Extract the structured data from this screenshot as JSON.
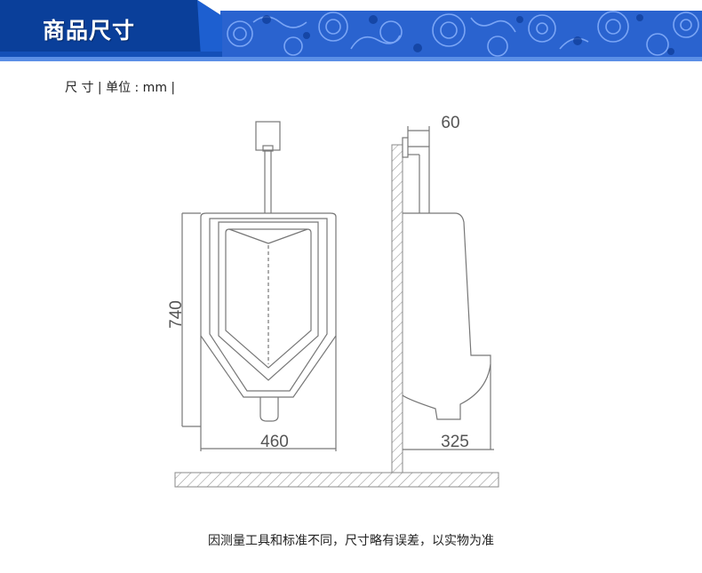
{
  "header": {
    "title": "商品尺寸",
    "colors": {
      "dark_blue": "#0a3f9a",
      "mid_blue": "#1d5fd0",
      "pattern_blue": "#1f57c8"
    }
  },
  "dimension_label": "尺 寸 | 单位 : mm |",
  "diagram": {
    "front_height": "740",
    "front_width": "460",
    "side_depth": "325",
    "side_bracket": "60"
  },
  "note": "因测量工具和标准不同，尺寸略有误差，以实物为准"
}
